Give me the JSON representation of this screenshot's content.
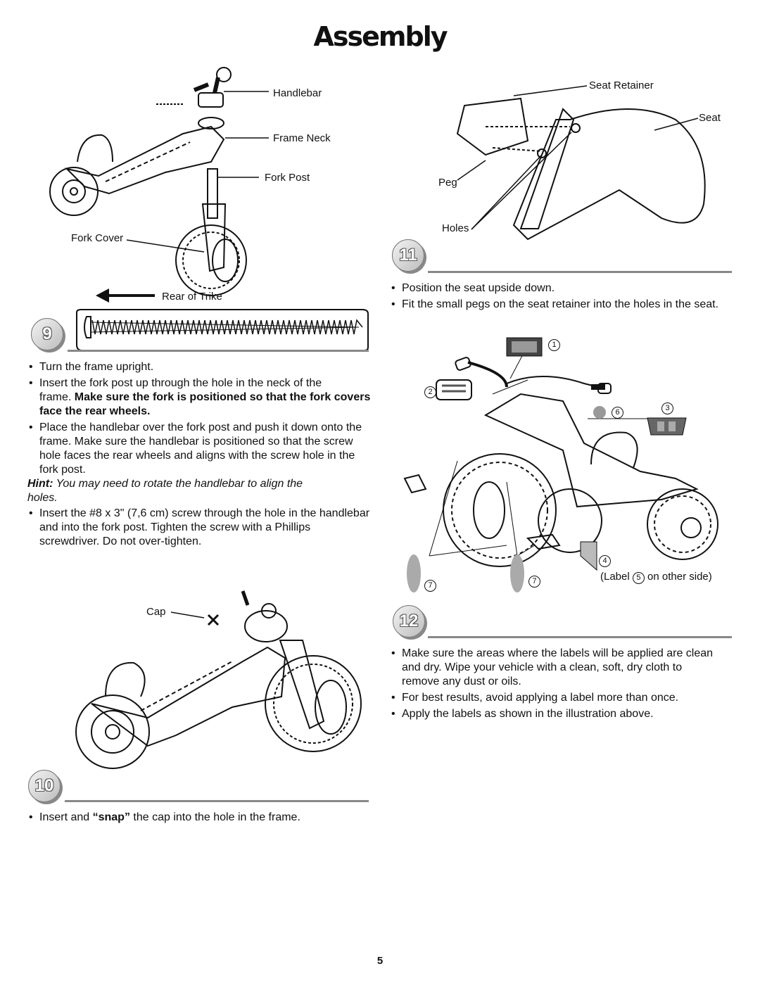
{
  "title": "Assembly",
  "page_number": "5",
  "step9": {
    "number": "9",
    "labels": {
      "handlebar": "Handlebar",
      "frame_neck": "Frame Neck",
      "fork_post": "Fork Post",
      "fork_cover": "Fork Cover",
      "rear_of_trike": "Rear of Trike"
    },
    "bullets": [
      "Turn the frame upright.",
      "Insert the fork post up through the hole in the neck of the",
      "frame.",
      "Make sure the fork is positioned so that the fork covers face the rear wheels.",
      "Place the handlebar over the fork post and push it down onto the frame. Make sure the handlebar is positioned so that the screw hole faces the rear wheels and aligns with the screw hole in the fork post."
    ],
    "hint_label": "Hint:",
    "hint_text": "You may need to rotate the handlebar to align the holes.",
    "bullet_last": "Insert the #8 x 3\" (7,6 cm) screw through the hole in the handlebar and into the fork post. Tighten the screw with a Phillips screwdriver. Do not over-tighten."
  },
  "step10": {
    "number": "10",
    "cap_label": "Cap",
    "bullet_pre": "Insert and ",
    "bullet_bold": "“snap”",
    "bullet_post": " the cap into the hole in the frame."
  },
  "step11": {
    "number": "11",
    "labels": {
      "seat_retainer": "Seat Retainer",
      "seat": "Seat",
      "peg": "Peg",
      "holes": "Holes"
    },
    "bullets": [
      "Position the seat upside down.",
      "Fit the small pegs on the seat retainer into the holes in the seat."
    ]
  },
  "step12": {
    "number": "12",
    "callouts": [
      "1",
      "2",
      "3",
      "4",
      "6",
      "7",
      "7"
    ],
    "label5_pre": "(Label ",
    "label5_num": "5",
    "label5_post": " on other side)",
    "bullets": [
      "Make sure the areas where the labels will be applied are clean and dry. Wipe your vehicle with a clean, soft, dry cloth to remove any dust or oils.",
      "For best results, avoid applying a label more than once.",
      "Apply the labels as shown in the illustration above."
    ]
  }
}
